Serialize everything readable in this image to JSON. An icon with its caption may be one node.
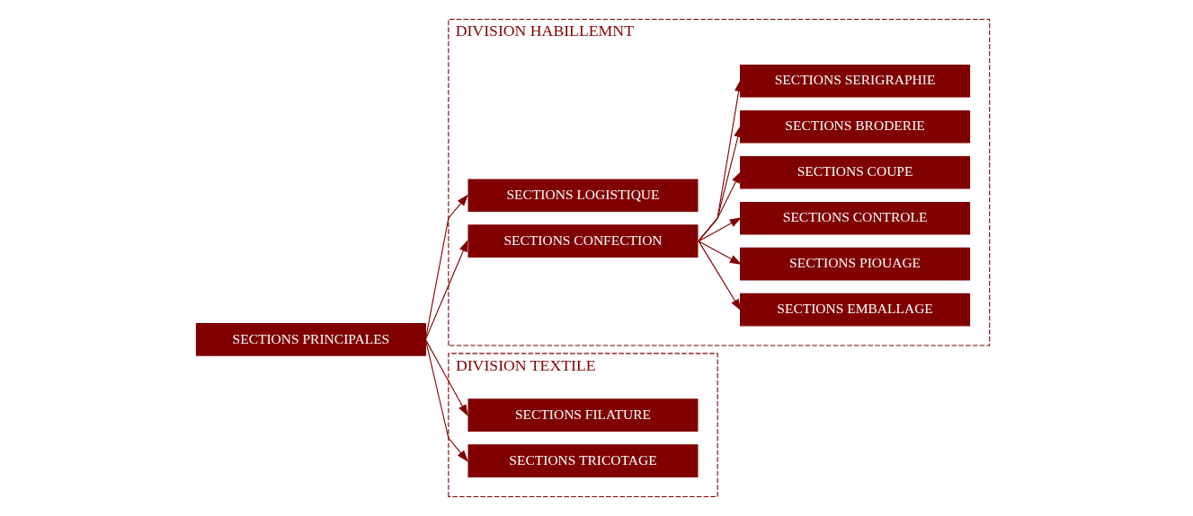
{
  "diagram": {
    "nodes": [
      {
        "text": [
          "DIVISION HABILLEMNT"
        ]
      },
      {
        "text": [
          "SECTIONS EMBALLAGE"
        ],
        "in": 0
      },
      {
        "text": [
          "SECTIONS PIOUAGE"
        ],
        "in": 0
      },
      {
        "text": [
          "SECTIONS CONTROLE"
        ],
        "in": 0
      },
      {
        "text": [
          "SECTIONS COUPE"
        ],
        "in": 0
      },
      {
        "text": [
          "SECTIONS BRODERIE"
        ],
        "in": 0
      },
      {
        "text": [
          "SECTIONS SERIGRAPHIE"
        ],
        "in": 0
      },
      {
        "text": [
          "SECTIONS LOGISTIQUE"
        ],
        "in": 0
      },
      {
        "text": [
          "SECTIONS CONFECTION"
        ],
        "in": 0
      },
      {
        "text": [
          "SECTIONS PRINCIPALES"
        ]
      },
      {
        "text": [
          "DIVISION TEXTILE"
        ]
      },
      {
        "text": [
          "SECTIONS FILATURE"
        ],
        "in": 10
      },
      {
        "text": [
          "SECTIONS TRICOTAGE"
        ],
        "in": 10
      }
    ],
    "edges": [
      {
        "from": 9,
        "to": 7,
        "arrow": "to"
      },
      {
        "from": 9,
        "to": 8,
        "arrow": "to"
      },
      {
        "from": 9,
        "to": 11,
        "arrow": "to"
      },
      {
        "from": 9,
        "to": 12,
        "arrow": "to"
      },
      {
        "from": 8,
        "to": 1,
        "arrow": "to"
      },
      {
        "from": 8,
        "to": 2,
        "arrow": "to"
      },
      {
        "from": 8,
        "to": 3,
        "arrow": "to"
      },
      {
        "from": 8,
        "to": 4,
        "arrow": "to"
      },
      {
        "from": 8,
        "to": 5,
        "arrow": "to"
      },
      {
        "from": 8,
        "to": 6,
        "arrow": "to"
      }
    ]
  }
}
